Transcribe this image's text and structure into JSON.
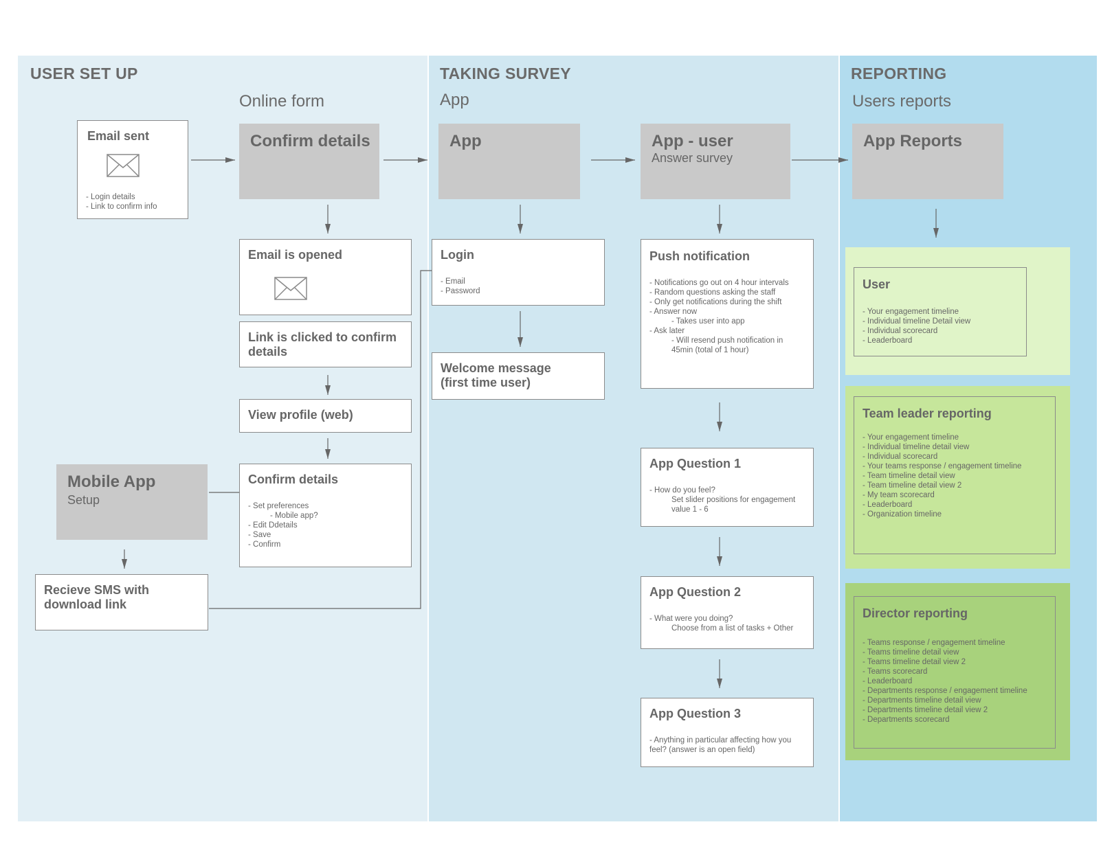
{
  "lanes": {
    "setup": {
      "title": "USER SET UP",
      "subtitle": "Online form"
    },
    "survey": {
      "title": "TAKING SURVEY",
      "subtitle": "App"
    },
    "report": {
      "title": "REPORTING",
      "subtitle": "Users reports"
    }
  },
  "colors": {
    "lane_setup": "#e2eff5",
    "lane_survey": "#d0e7f1",
    "lane_report": "#b2dcee",
    "grey_box": "#c9c9c9",
    "user_report": "#e0f4c8",
    "team_report": "#c6e69b",
    "director_report": "#a8d27c"
  },
  "nodes": {
    "email_sent": {
      "title": "Email sent",
      "icon": "envelope-icon",
      "items": [
        "- Login details",
        "- Link to confirm info"
      ]
    },
    "confirm_details_header": {
      "title": "Confirm details"
    },
    "email_opened": {
      "title": "Email is opened",
      "icon": "envelope-icon"
    },
    "link_clicked": {
      "title": "Link is clicked to confirm details"
    },
    "view_profile": {
      "title": "View profile (web)"
    },
    "confirm_details": {
      "title": "Confirm details",
      "items": [
        "- Set preferences",
        "          - Mobile app?",
        "- Edit Ddetails",
        "- Save",
        "- Confirm"
      ]
    },
    "mobile_app": {
      "title": "Mobile App",
      "subtitle": "Setup"
    },
    "receive_sms": {
      "title": "Recieve SMS with download link"
    },
    "app_header": {
      "title": "App"
    },
    "login": {
      "title": "Login",
      "items": [
        "- Email",
        "- Password"
      ]
    },
    "welcome": {
      "title": "Welcome message (first time user)"
    },
    "app_user": {
      "title": "App - user",
      "subtitle": "Answer survey"
    },
    "push": {
      "title": "Push notification",
      "items": [
        "- Notifications go out on 4 hour intervals",
        "- Random questions asking the staff",
        "- Only get notifications during the shift",
        "",
        "",
        "- Answer now",
        "          - Takes user into app",
        "- Ask later",
        "          - Will resend push notification in",
        "          45min (total of 1 hour)"
      ]
    },
    "q1": {
      "title": "App Question 1",
      "items": [
        "- How do you feel?",
        "          Set slider positions for engagement",
        "          value 1 - 6"
      ]
    },
    "q2": {
      "title": "App Question 2",
      "items": [
        "- What were you doing?",
        "          Choose from a list of tasks + Other"
      ]
    },
    "q3": {
      "title": "App Question 3",
      "items": [
        "- Anything in particular affecting how you",
        "feel? (answer is an open field)"
      ]
    },
    "app_reports": {
      "title": "App Reports"
    },
    "user_report": {
      "title": "User",
      "items": [
        "- Your engagement timeline",
        "- Individual timeline Detail view",
        "- Individual scorecard",
        "- Leaderboard"
      ]
    },
    "team_report": {
      "title": "Team leader reporting",
      "items": [
        "- Your engagement timeline",
        "- Individual timeline detail view",
        "- Individual scorecard",
        "",
        "- Your teams response / engagement timeline",
        "- Team timeline detail view",
        "- Team timeline detail view 2",
        "- My team scorecard",
        "- Leaderboard",
        "- Organization timeline"
      ]
    },
    "director_report": {
      "title": "Director reporting",
      "items": [
        "- Teams response / engagement timeline",
        "- Teams timeline detail view",
        "- Teams timeline detail view 2",
        "- Teams scorecard",
        "- Leaderboard",
        "",
        "- Departments response / engagement timeline",
        "- Departments timeline detail view",
        "- Departments timeline detail view 2",
        "- Departments scorecard"
      ]
    }
  }
}
